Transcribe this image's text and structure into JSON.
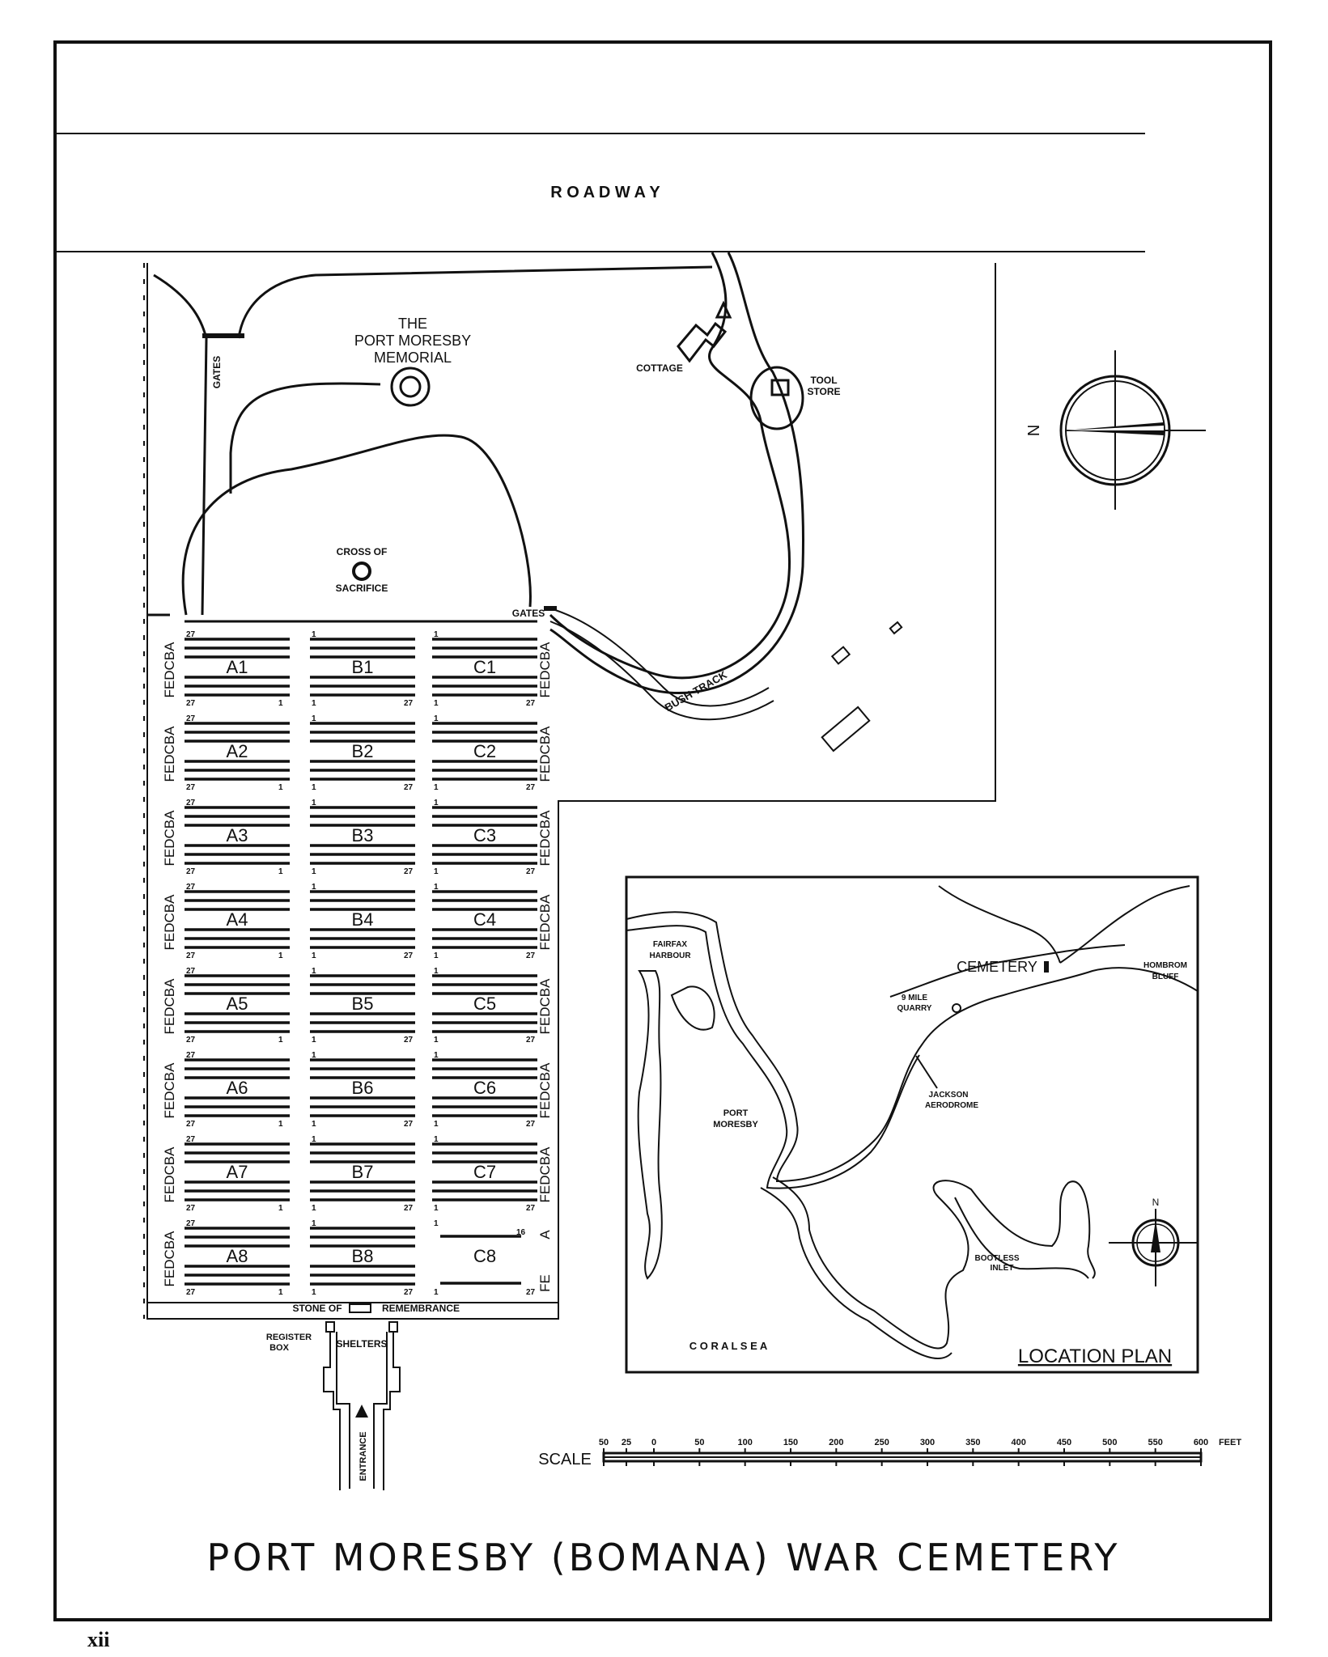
{
  "page": {
    "title": "PORT MORESBY (BOMANA) WAR CEMETERY",
    "page_number": "xii"
  },
  "labels": {
    "roadway": "R O A D W A Y",
    "gates": "GATES",
    "memorial": [
      "THE",
      "PORT MORESBY",
      "MEMORIAL"
    ],
    "cottage": "COTTAGE",
    "tool_store": [
      "TOOL",
      "STORE"
    ],
    "cross_of_sacrifice": [
      "CROSS OF",
      "SACRIFICE"
    ],
    "bush_track": "BUSH TRACK",
    "stone_of": "STONE OF",
    "remembrance": "REMEMBRANCE",
    "register_box": [
      "REGISTER",
      "BOX"
    ],
    "shelters": "SHELTERS",
    "entrance": "ENTRANCE",
    "compass_north": "N"
  },
  "plots": {
    "columns": [
      {
        "name": "A",
        "sections": [
          "A1",
          "A2",
          "A3",
          "A4",
          "A5",
          "A6",
          "A7",
          "A8"
        ]
      },
      {
        "name": "B",
        "sections": [
          "B1",
          "B2",
          "B3",
          "B4",
          "B5",
          "B6",
          "B7",
          "B8"
        ]
      },
      {
        "name": "C",
        "sections": [
          "C1",
          "C2",
          "C3",
          "C4",
          "C5",
          "C6",
          "C7",
          "C8"
        ]
      }
    ],
    "row_letters": "FEDCBA",
    "c8_row_letters": [
      "A",
      "FE"
    ],
    "grave_numbers": {
      "first": "1",
      "last": "27",
      "c8_short": "16"
    }
  },
  "location_plan": {
    "title": "LOCATION PLAN",
    "labels": {
      "fairfax_harbour": [
        "FAIRFAX",
        "HARBOUR"
      ],
      "cemetery": "CEMETERY",
      "hombrom_bluff": [
        "HOMBROM",
        "BLUFF"
      ],
      "nine_mile_quarry": [
        "9 MILE",
        "QUARRY"
      ],
      "jackson_aerodrome": [
        "JACKSON",
        "AERODROME"
      ],
      "port_moresby": [
        "PORT",
        "MORESBY"
      ],
      "bootless_inlet": [
        "BOOTLESS",
        "INLET"
      ],
      "coral_sea": "C O R A L     S E A",
      "north": "N"
    }
  },
  "scale": {
    "label": "SCALE",
    "ticks": [
      "50",
      "25",
      "0",
      "50",
      "100",
      "150",
      "200",
      "250",
      "300",
      "350",
      "400",
      "450",
      "500",
      "550",
      "600"
    ],
    "unit": "FEET"
  }
}
